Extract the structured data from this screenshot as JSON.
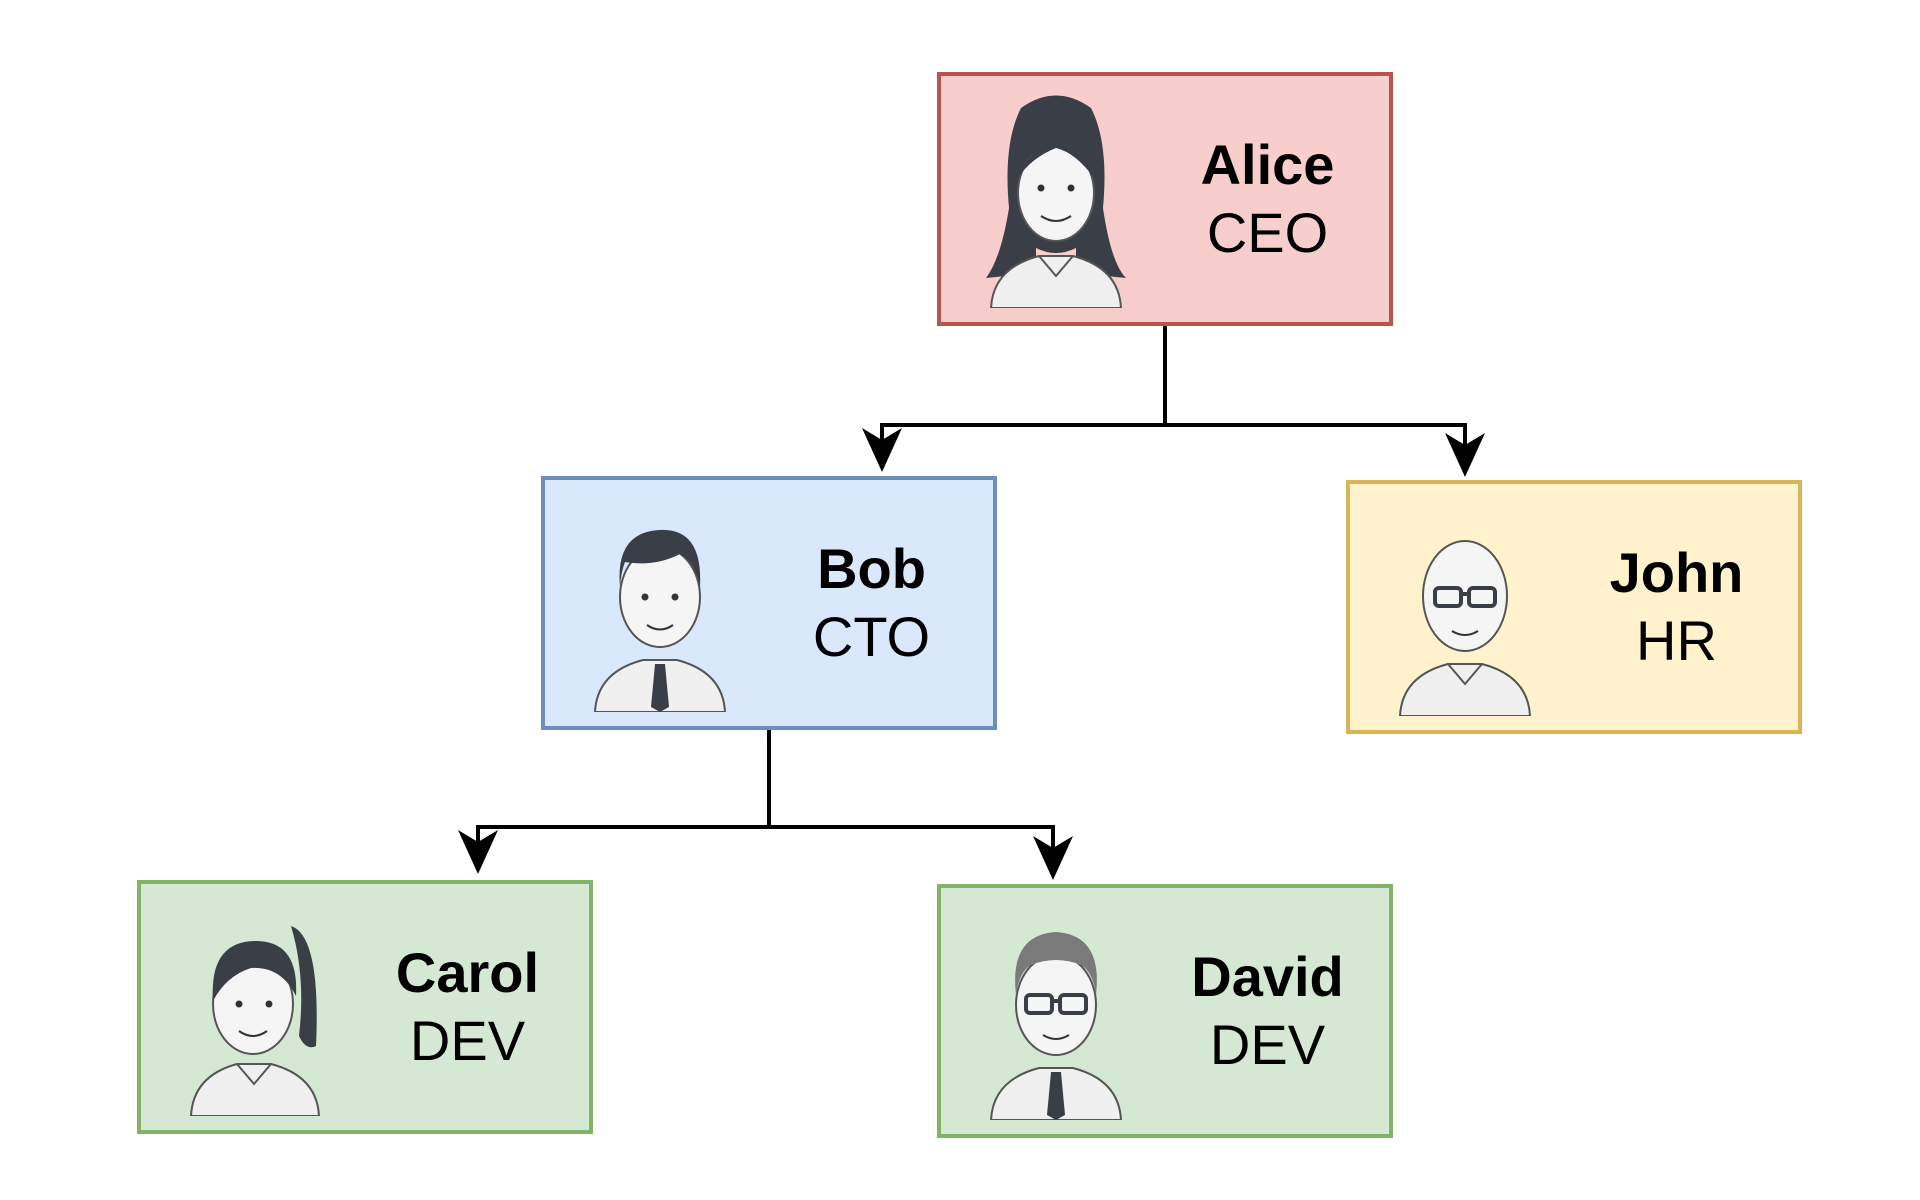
{
  "nodes": {
    "alice": {
      "name": "Alice",
      "role": "CEO",
      "fill": "#f8cecc",
      "stroke": "#b85450",
      "avatar": "woman-long-hair-icon"
    },
    "bob": {
      "name": "Bob",
      "role": "CTO",
      "fill": "#dae8fc",
      "stroke": "#6c8ebf",
      "avatar": "man-with-tie-icon"
    },
    "john": {
      "name": "John",
      "role": "HR",
      "fill": "#fff2cc",
      "stroke": "#d6b656",
      "avatar": "bald-man-glasses-icon"
    },
    "carol": {
      "name": "Carol",
      "role": "DEV",
      "fill": "#d5e8d4",
      "stroke": "#82b366",
      "avatar": "woman-ponytail-icon"
    },
    "david": {
      "name": "David",
      "role": "DEV",
      "fill": "#d5e8d4",
      "stroke": "#82b366",
      "avatar": "man-glasses-tie-icon"
    }
  },
  "edges": [
    {
      "from": "alice",
      "to": "bob"
    },
    {
      "from": "alice",
      "to": "john"
    },
    {
      "from": "bob",
      "to": "carol"
    },
    {
      "from": "bob",
      "to": "david"
    }
  ]
}
